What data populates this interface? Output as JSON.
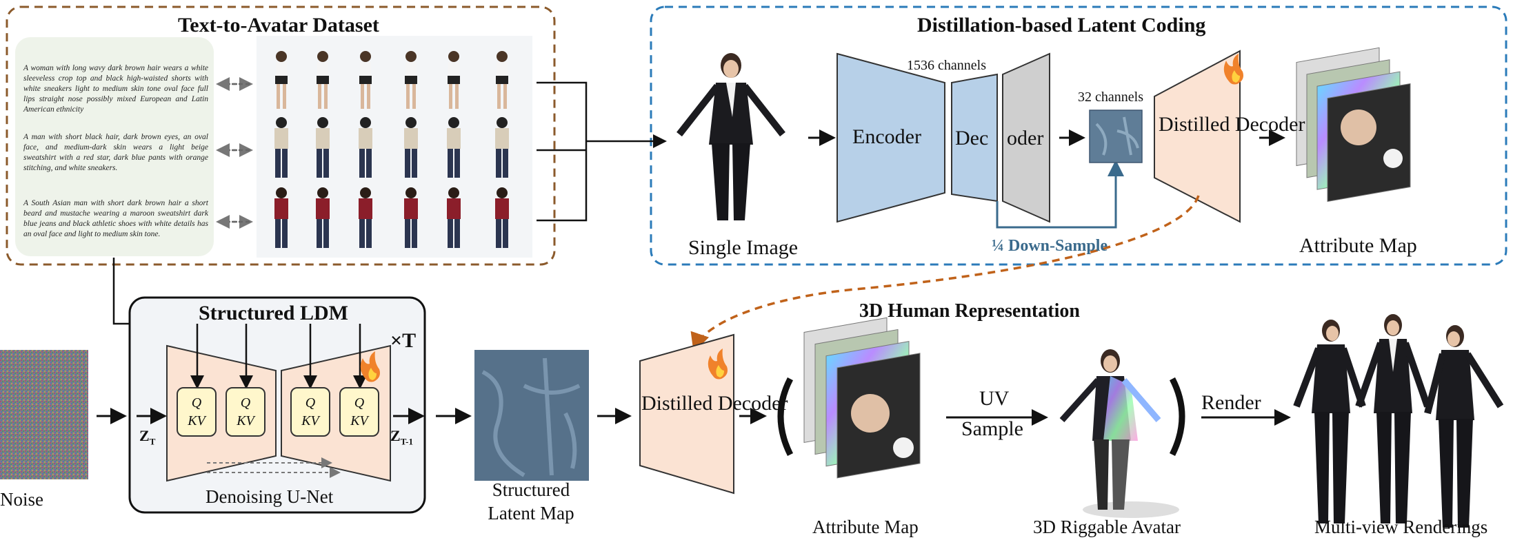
{
  "dataset": {
    "title": "Text-to-Avatar Dataset",
    "captions": [
      "A woman with long wavy dark brown hair wears a white sleeveless crop top and black high-waisted shorts with white sneakers light to medium skin tone oval face full lips straight nose possibly mixed European and Latin American ethnicity",
      "A man with short black hair, dark brown eyes, an oval face, and medium-dark skin wears a light beige sweatshirt with a red star, dark blue pants with orange stitching, and white sneakers.",
      "A South Asian man with short dark brown hair a short beard and mustache wearing a maroon sweatshirt dark blue jeans and black athletic shoes with white details has an oval face and light to medium skin tone."
    ]
  },
  "distillation": {
    "title": "Distillation-based Latent Coding",
    "single_image": "Single Image",
    "encoder": "Encoder",
    "decoder_left": "Dec",
    "decoder_right": "oder",
    "channels_1536": "1536 channels",
    "channels_32": "32 channels",
    "distilled_decoder": "Distilled Decoder",
    "downsample": "¼ Down-Sample",
    "attribute_map": "Attribute Map"
  },
  "ldm": {
    "title": "Structured LDM",
    "times_t": "×T",
    "z_t": "Z",
    "z_t_sub": "T",
    "z_t1": "Z",
    "z_t1_sub": "T-1",
    "qkv_top": "Q",
    "qkv_bottom": "KV",
    "unet": "Denoising U-Net",
    "noise": "Noise"
  },
  "representation": {
    "title": "3D Human Representation",
    "latent_map_line1": "Structured",
    "latent_map_line2": "Latent Map",
    "distilled_decoder": "Distilled Decoder",
    "attribute_map": "Attribute Map",
    "uv": "UV",
    "sample": "Sample",
    "avatar": "3D Riggable Avatar",
    "render": "Render",
    "renderings": "Multi-view Renderings"
  },
  "colors": {
    "brown_dash": "#8b5a2b",
    "blue_dash": "#2b7bb9",
    "encoder_fill": "#b7d0e8",
    "decoder_gray": "#cfcfcf",
    "distilled_fill": "#fbe3d3",
    "ldm_bg": "#f2f4f7",
    "arrow_orange": "#c0621a",
    "downsample_blue": "#3a6a8c"
  }
}
